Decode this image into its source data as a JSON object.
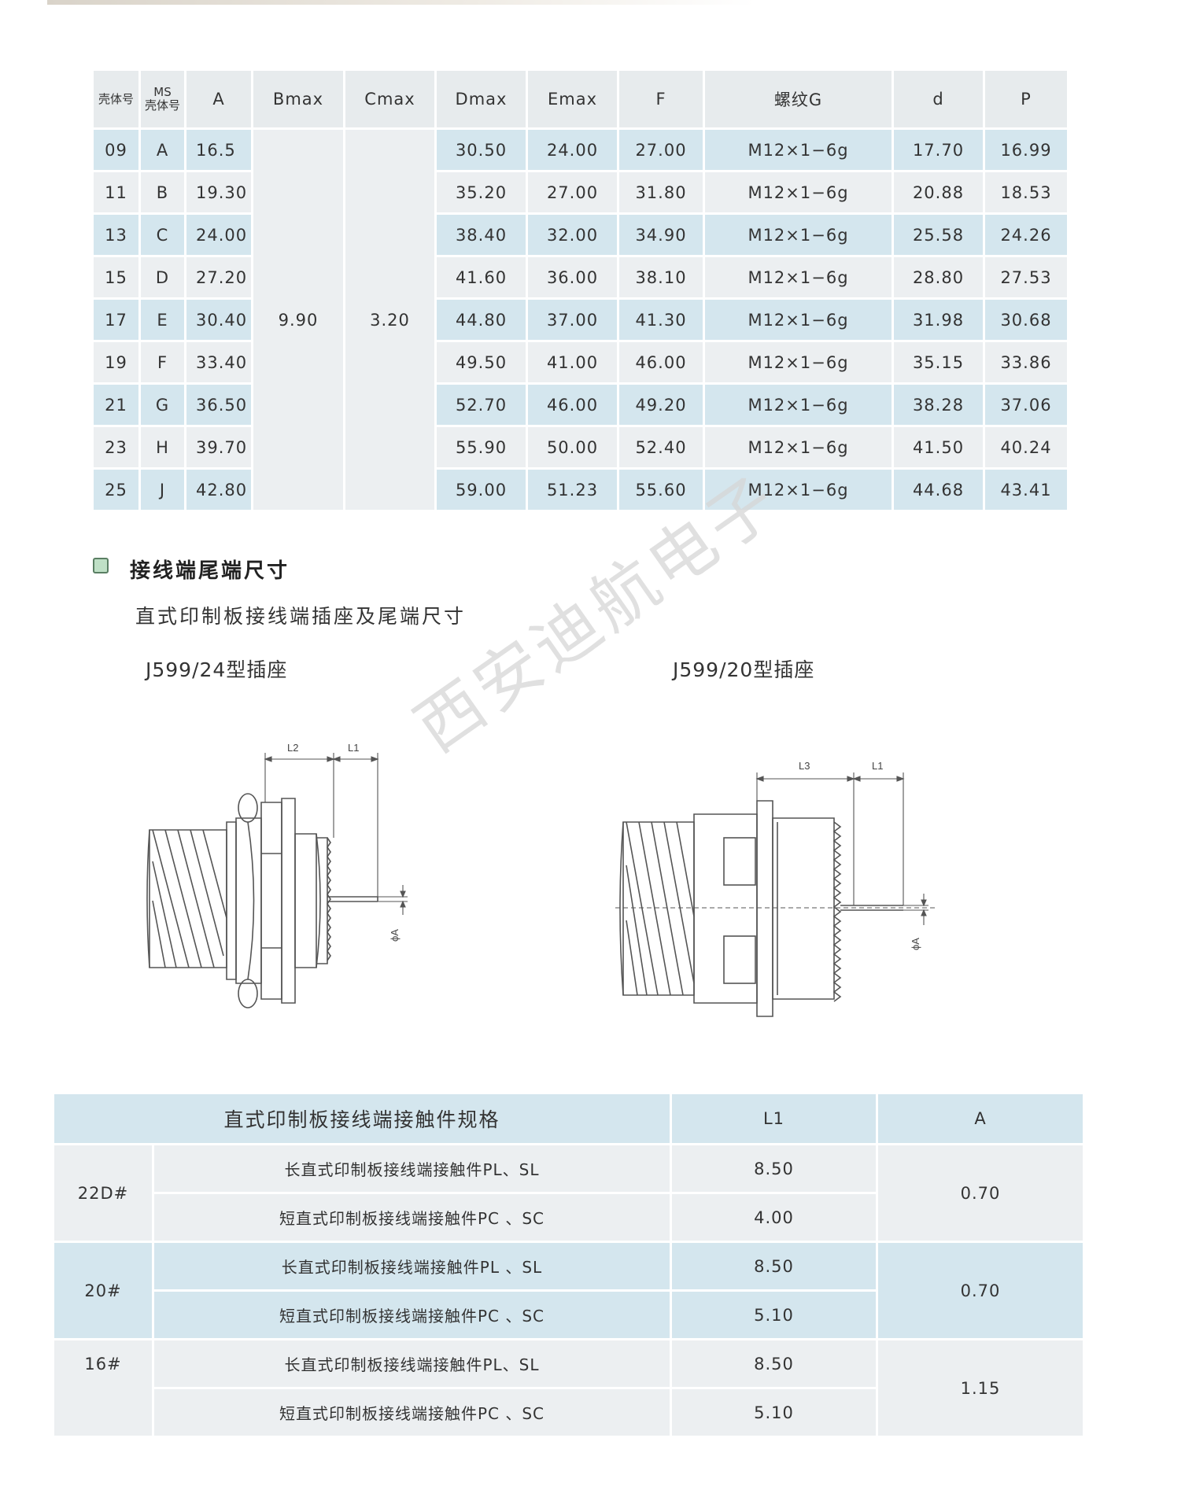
{
  "spec_table": {
    "headers": {
      "shell_no": "壳体号",
      "ms_shell_line1": "MS",
      "ms_shell_line2": "壳体号",
      "a": "A",
      "bmax": "Bmax",
      "cmax": "Cmax",
      "dmax": "Dmax",
      "emax": "Emax",
      "f": "F",
      "thread": "螺纹G",
      "d": "d",
      "p": "P"
    },
    "bmax_merged": "9.90",
    "cmax_merged": "3.20",
    "rows": [
      {
        "shell": "09",
        "ms": "A",
        "a": "16.5",
        "dmax": "30.50",
        "emax": "24.00",
        "f": "27.00",
        "g": "M12×1−6g",
        "d": "17.70",
        "p": "16.99"
      },
      {
        "shell": "11",
        "ms": "B",
        "a": "19.30",
        "dmax": "35.20",
        "emax": "27.00",
        "f": "31.80",
        "g": "M12×1−6g",
        "d": "20.88",
        "p": "18.53"
      },
      {
        "shell": "13",
        "ms": "C",
        "a": "24.00",
        "dmax": "38.40",
        "emax": "32.00",
        "f": "34.90",
        "g": "M12×1−6g",
        "d": "25.58",
        "p": "24.26"
      },
      {
        "shell": "15",
        "ms": "D",
        "a": "27.20",
        "dmax": "41.60",
        "emax": "36.00",
        "f": "38.10",
        "g": "M12×1−6g",
        "d": "28.80",
        "p": "27.53"
      },
      {
        "shell": "17",
        "ms": "E",
        "a": "30.40",
        "dmax": "44.80",
        "emax": "37.00",
        "f": "41.30",
        "g": "M12×1−6g",
        "d": "31.98",
        "p": "30.68"
      },
      {
        "shell": "19",
        "ms": "F",
        "a": "33.40",
        "dmax": "49.50",
        "emax": "41.00",
        "f": "46.00",
        "g": "M12×1−6g",
        "d": "35.15",
        "p": "33.86"
      },
      {
        "shell": "21",
        "ms": "G",
        "a": "36.50",
        "dmax": "52.70",
        "emax": "46.00",
        "f": "49.20",
        "g": "M12×1−6g",
        "d": "38.28",
        "p": "37.06"
      },
      {
        "shell": "23",
        "ms": "H",
        "a": "39.70",
        "dmax": "55.90",
        "emax": "50.00",
        "f": "52.40",
        "g": "M12×1−6g",
        "d": "41.50",
        "p": "40.24"
      },
      {
        "shell": "25",
        "ms": "J",
        "a": "42.80",
        "dmax": "59.00",
        "emax": "51.23",
        "f": "55.60",
        "g": "M12×1−6g",
        "d": "44.68",
        "p": "43.41"
      }
    ]
  },
  "section": {
    "title": "接线端尾端尺寸",
    "subtitle": "直式印制板接线端插座及尾端尺寸",
    "label_left": "J599/24型插座",
    "label_right": "J599/20型插座",
    "watermark": "西安迪航电子"
  },
  "drawings": {
    "left": {
      "dim_l2": "L2",
      "dim_l1": "L1",
      "dim_a": "ϕA"
    },
    "right": {
      "dim_l3": "L3",
      "dim_l1": "L1",
      "dim_a": "ϕA"
    }
  },
  "contact_table": {
    "title": "直式印制板接线端接触件规格",
    "col_l1": "L1",
    "col_a": "A",
    "groups": [
      {
        "size": "22D#",
        "a": "0.70",
        "items": [
          {
            "desc": "长直式印制板接线端接触件PL、SL",
            "l1": "8.50"
          },
          {
            "desc": "短直式印制板接线端接触件PC 、SC",
            "l1": "4.00"
          }
        ]
      },
      {
        "size": "20#",
        "a": "0.70",
        "items": [
          {
            "desc": "长直式印制板接线端接触件PL 、SL",
            "l1": "8.50"
          },
          {
            "desc": "短直式印制板接线端接触件PC 、SC",
            "l1": "5.10"
          }
        ]
      },
      {
        "size": "16#",
        "a": "1.15",
        "items": [
          {
            "desc": "长直式印制板接线端接触件PL、SL",
            "l1": "8.50"
          },
          {
            "desc": "短直式印制板接线端接触件PC 、SC",
            "l1": "5.10"
          }
        ]
      }
    ]
  }
}
